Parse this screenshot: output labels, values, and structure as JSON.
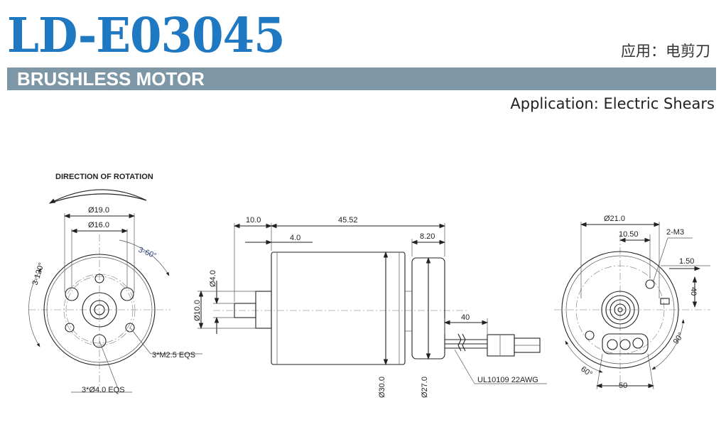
{
  "header": {
    "model": "LD-E03045",
    "category": "BRUSHLESS MOTOR",
    "application_cn": "应用：电剪刀",
    "application_en": "Application: Electric Shears"
  },
  "front_view": {
    "rotation_title": "DIRECTION OF ROTATION",
    "dim_outer": "Ø19.0",
    "dim_inner": "Ø16.0",
    "angle_a": "3-60°",
    "angle_b": "3-120°",
    "thread_note": "3*M2.5 EQS",
    "hole_note": "3*Ø4.0 EQS"
  },
  "side_view": {
    "dim_shaft_len": "10.0",
    "dim_total_len": "45.52",
    "dim_step": "4.0",
    "dim_cap_len": "8.20",
    "dim_shaft_d": "Ø4.0",
    "dim_boss_d": "Ø10.0",
    "dim_body_d": "Ø30.0",
    "dim_cap_d": "Ø27.0",
    "dim_lead": "40",
    "wire_note": "UL10109 22AWG"
  },
  "rear_view": {
    "dim_outer": "Ø21.0",
    "dim_offset": "10.50",
    "thread_note": "2-M3",
    "dim_edge": "1.50",
    "dim_40": "40",
    "angle_90": "90°",
    "angle_60": "60°",
    "dim_50": "50"
  }
}
